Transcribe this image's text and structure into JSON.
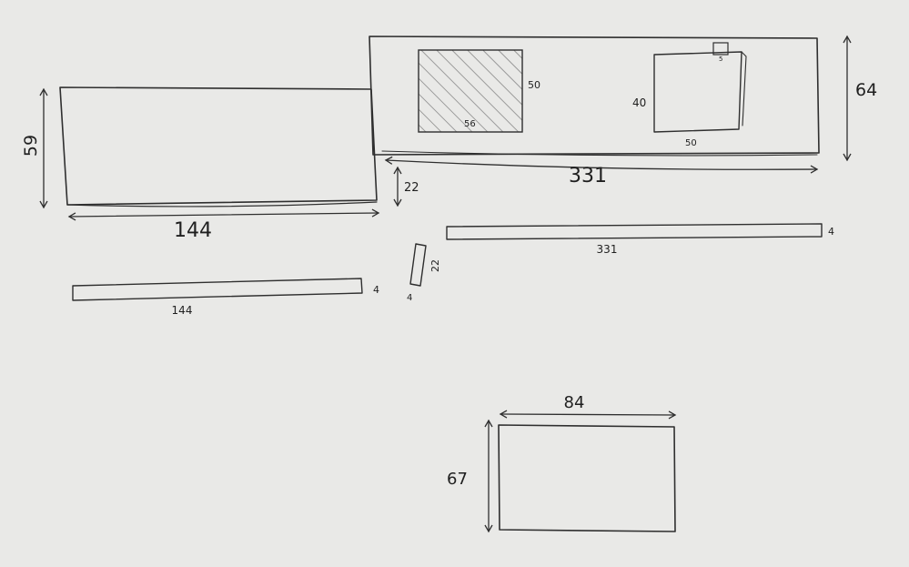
{
  "sketch": {
    "paper_color": "#e9e9e7",
    "ink_color": "#2f2f2f",
    "panel_a": {
      "width_label": "144",
      "height_label": "59"
    },
    "panel_b": {
      "width_label": "331",
      "height_label": "64",
      "inner_hatched": {
        "width_label": "56",
        "height_label": "50"
      },
      "inner_open": {
        "width_label": "50",
        "height_label": "40",
        "tab_label": "5"
      }
    },
    "gap_label": "22",
    "strip_long": {
      "length_label": "331",
      "thickness_label": "4"
    },
    "strip_short": {
      "length_label": "144",
      "thickness_label": "4"
    },
    "spacer": {
      "length_label": "22",
      "thickness_label": "4"
    },
    "panel_c": {
      "width_label": "84",
      "height_label": "67"
    }
  }
}
